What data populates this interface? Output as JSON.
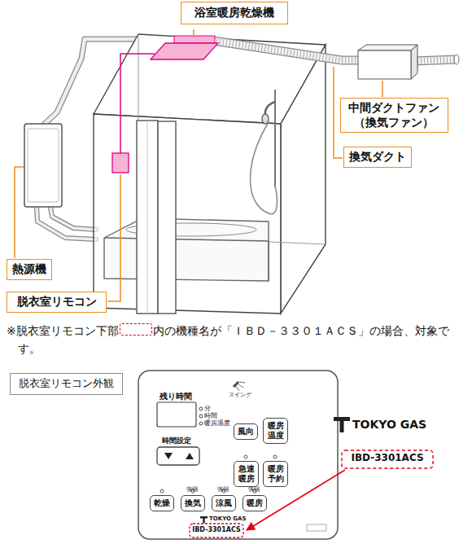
{
  "diagram": {
    "nodes": [
      {
        "text": [
          "浴室暖房乾燥機"
        ]
      },
      {
        "text": [
          "中間ダクトファン （換気ファン）"
        ]
      },
      {
        "text": [
          "換気ダクト"
        ]
      },
      {
        "text": [
          "熱源機"
        ]
      },
      {
        "text": [
          "脱衣室リモコン"
        ]
      },
      {
        "text": [
          "脱衣室リモコン外観"
        ]
      },
      {
        "text": [
          "風向"
        ]
      },
      {
        "text": [
          "暖房 温度"
        ]
      },
      {
        "text": [
          "急速 暖房"
        ]
      },
      {
        "text": [
          "暖房 予約"
        ]
      },
      {
        "text": [
          "乾燥"
        ]
      },
      {
        "text": [
          "換気"
        ]
      },
      {
        "text": [
          "涼風"
        ]
      },
      {
        "text": [
          "暖房"
        ]
      }
    ],
    "labels": [
      "※脱衣室リモコン下部",
      "内の機種名が「ＩＢＤ－３３０１ＡＣＳ」の場合、対象です。",
      "残り時間",
      "分",
      "時間",
      "暖房温度",
      "スイング",
      "時間設定",
      "強弱",
      "強弱",
      "強弱",
      "TOKYO GAS",
      "IBD-3301ACS",
      "TOKYO GAS",
      "IBD-3301ACS"
    ]
  }
}
